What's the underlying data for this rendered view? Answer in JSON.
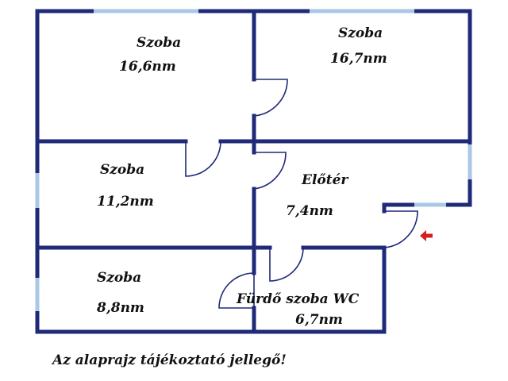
{
  "rooms": [
    {
      "name": "Szoba",
      "area": "16,6nm"
    },
    {
      "name": "Szoba",
      "area": "16,7nm"
    },
    {
      "name": "Szoba",
      "area": "11,2nm"
    },
    {
      "name": "Előtér",
      "area": "7,4nm"
    },
    {
      "name": "Szoba",
      "area": "8,8nm"
    },
    {
      "name": "Fürdő szoba WC",
      "area": "6,7nm"
    }
  ],
  "note": "Az alaprajz tájékoztató jellegő!",
  "colors": {
    "wall": "#1f2a78",
    "window": "#a9c8e6",
    "entrance_arrow": "#d42020"
  },
  "icons": {
    "entrance": "arrow-left-icon"
  }
}
